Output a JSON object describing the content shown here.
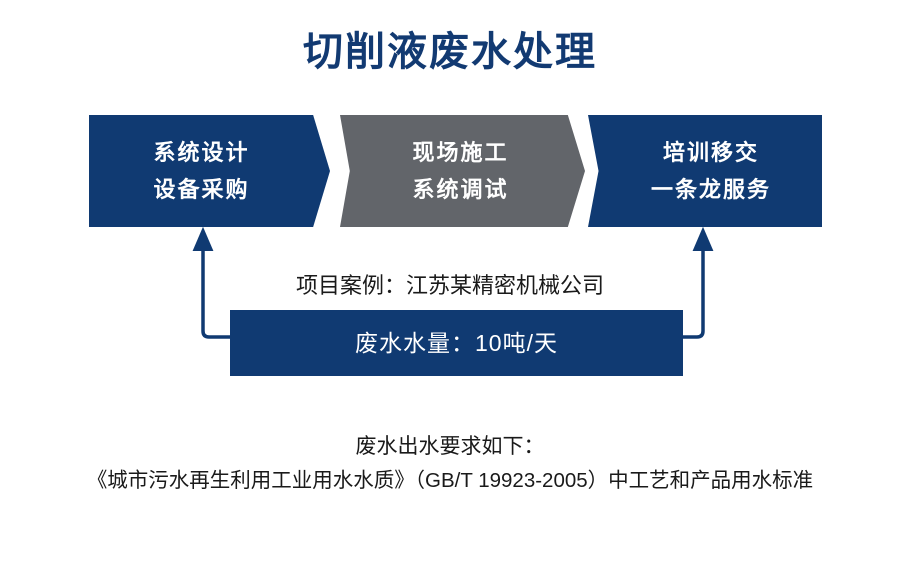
{
  "title": "切削液废水处理",
  "colors": {
    "navy": "#103a72",
    "gray": "#62656a",
    "text_dark": "#1a1a1a",
    "white": "#ffffff"
  },
  "process": {
    "stages": [
      {
        "id": "design-procurement",
        "line1": "系统设计",
        "line2": "设备采购",
        "color": "#103a72"
      },
      {
        "id": "construction-commissioning",
        "line1": "现场施工",
        "line2": "系统调试",
        "color": "#62656a"
      },
      {
        "id": "training-handover",
        "line1": "培训移交",
        "line2": "一条龙服务",
        "color": "#103a72"
      }
    ]
  },
  "case": {
    "label": "项目案例：江苏某精密机械公司",
    "volume": "废水水量：10吨/天"
  },
  "footer": {
    "line1": "废水出水要求如下：",
    "line2": "《城市污水再生利用工业用水水质》（GB/T 19923-2005）中工艺和产品用水标准"
  }
}
